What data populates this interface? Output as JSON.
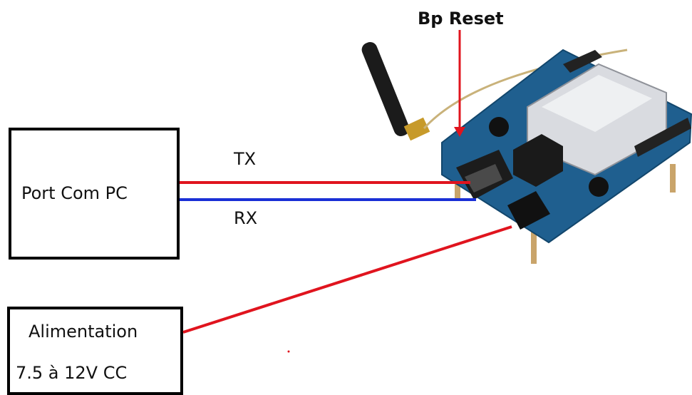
{
  "diagram": {
    "reset_label": "Bp Reset",
    "tx_label": "TX",
    "rx_label": "RX",
    "pc_box": {
      "label": "Port Com PC"
    },
    "power_box": {
      "line1": "Alimentation",
      "line2": "7.5 à 12V CC"
    },
    "colors": {
      "tx": "#e0141e",
      "rx": "#1a2fd6",
      "power": "#e0141e",
      "box_border": "#000000",
      "board": "#1f5f8f"
    },
    "board_icon": "gsm-module-board"
  }
}
